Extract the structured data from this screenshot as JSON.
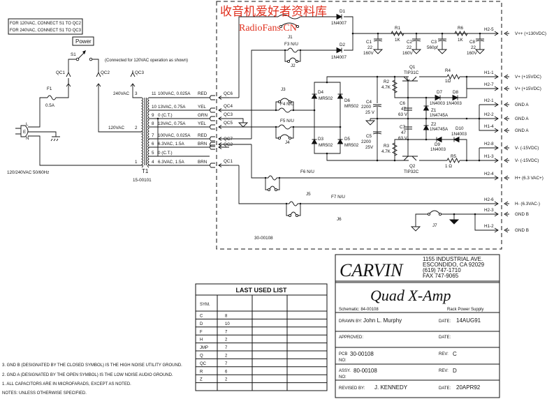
{
  "watermark": {
    "cn": "收音机爱好者资料库",
    "en": "RadioFans.CN"
  },
  "notes_box": [
    "FOR 120VAC, CONNECT S1 TO QC2",
    "FOR 240VAC, CONNECT S1 TO QC3"
  ],
  "power_label": "Power",
  "switch_note": "(Connected for 120VAC operation as shown)",
  "left": {
    "s1": "S1",
    "qc1": "QC1",
    "qc2": "QC2",
    "qc3": "QC3",
    "f1": "F1",
    "f1_value": "0.5A",
    "plug_l": "L",
    "plug_e": "E",
    "plug_n": "N",
    "mains": "120/240VAC  50/60Hz",
    "t1": "T1",
    "t1_part": "15-00101",
    "v240": "240VAC",
    "v120": "120VAC",
    "primary_pins": [
      "3",
      "2",
      "1"
    ],
    "windings": [
      {
        "pin": "11",
        "desc": "100VAC, 0.025A",
        "color": "RED"
      },
      {
        "pin": "10",
        "desc": "13VAC, 0.75A",
        "color": "YEL"
      },
      {
        "pin": "9",
        "desc": "0 (C.T.)",
        "color": "GRN"
      },
      {
        "pin": "8",
        "desc": "13VAC, 0.75A",
        "color": "YEL"
      },
      {
        "pin": "7",
        "desc": "100VAC, 0.025A",
        "color": "RED"
      },
      {
        "pin": "6",
        "desc": "6.3VAC, 1.5A",
        "color": "BRN"
      },
      {
        "pin": "5",
        "desc": "0 (C.T.)",
        "color": ""
      },
      {
        "pin": "4",
        "desc": "6.3VAC, 1.5A",
        "color": "BRN"
      }
    ]
  },
  "connectors": [
    "QC6",
    "QC4",
    "QC3",
    "QC5",
    "QC7",
    "QC2",
    "QC1"
  ],
  "components": {
    "d1": "D1",
    "d1_part": "1N4007",
    "d2": "D2",
    "d2_part": "1N4007",
    "j1": "J1",
    "f3": "F3  N/U",
    "j2": "J2",
    "c1": "C1",
    "c1_val": "22",
    "c1_v": "160V",
    "r1": "R1",
    "r1_val": "1K",
    "c2": "C2",
    "c2_val": "22",
    "c2_v": "160V",
    "c3": "C3",
    "c3_val": "560pf",
    "r6": "R6",
    "r6_val": "1K",
    "c8": "C8",
    "c8_val": "22",
    "c8_v": "160V",
    "q1": "Q1",
    "q1_part": "TIP31C",
    "r4": "R4",
    "r4_val": "1Ω",
    "r2": "R2",
    "r2_val": "4.7K",
    "d7": "D7",
    "d8": "D8",
    "d78_parts": "1N4003 1N4003",
    "c6": "C6",
    "c6_val": "47",
    "c6_v": "63 V",
    "z1": "Z1",
    "z1_part": "1N4745A",
    "c4": "C4",
    "c4_val": "2200",
    "c4_v": "25 V",
    "c5": "C5",
    "c5_val": "2200",
    "c5_v": "25V",
    "c7": "C7",
    "c7_val": "47",
    "c7_v": "63 V",
    "z2": "Z2",
    "z2_part": "1N4745A",
    "d10": "D10",
    "d10_part": "1N4003",
    "d9": "D9",
    "d9_part": "1N4003",
    "r3": "R3",
    "r3_val": "4.7K",
    "q2": "Q2",
    "q2_part": "TIP32C",
    "r5": "R5",
    "r5_val": "1 Ω",
    "d4": "D4",
    "d4_part": "MR502",
    "d6": "D6",
    "d6_part": "MR502",
    "d3": "D3",
    "d3_part": "MR502",
    "d5": "D5",
    "d5_part": "MR502",
    "j3": "J3",
    "f4": "F4  N/U",
    "f5": "F5  N/U",
    "j4": "J4",
    "f6": "F6  N/U",
    "j5": "J5",
    "f7": "F7  N/U",
    "j6": "J6",
    "j7": "J7",
    "board": "30-00108"
  },
  "outputs": [
    {
      "pin": "H2-5",
      "label": "V++ (+130VDC)"
    },
    {
      "pin": "H1-1",
      "label": "V+ (+15VDC)"
    },
    {
      "pin": "H2-7",
      "label": "V+ (+15VDC)"
    },
    {
      "pin": "H2-1",
      "label": "GND A"
    },
    {
      "pin": "H2-2",
      "label": "GND A"
    },
    {
      "pin": "H1-4",
      "label": "GND A"
    },
    {
      "pin": "H2-8",
      "label": "V- (-15VDC)"
    },
    {
      "pin": "H1-3",
      "label": "V- (-15VDC)"
    },
    {
      "pin": "H2-4",
      "label": "H+ (6.3 VAC+)"
    },
    {
      "pin": "H2-6",
      "label": "H- (6.3VAC-)"
    },
    {
      "pin": "H2-3",
      "label": "GND B"
    },
    {
      "pin": "H1-2",
      "label": "GND B"
    }
  ],
  "notes": [
    "3. GND B (DESIGNATED BY THE CLOSED SYMBOL) IS THE HIGH NOISE UTILITY GROUND.",
    "2. GND A (DESIGNATED BY THE OPEN SYMBOL) IS THE LOW NOISE AUDIO GROUND.",
    "1. ALL CAPACITORS ARE IN MICROFARADS, EXCEPT AS NOTED.",
    "NOTES: UNLESS OTHERWISE SPECIFIED."
  ],
  "last_used_list": {
    "title": "LAST USED LIST",
    "header": "SYM.",
    "rows": [
      {
        "sym": "C",
        "val": "8"
      },
      {
        "sym": "D",
        "val": "10"
      },
      {
        "sym": "F",
        "val": "7"
      },
      {
        "sym": "H",
        "val": "2"
      },
      {
        "sym": "JMP",
        "val": "7"
      },
      {
        "sym": "Q",
        "val": "2"
      },
      {
        "sym": "QC",
        "val": "7"
      },
      {
        "sym": "R",
        "val": "6"
      },
      {
        "sym": "Z",
        "val": "2"
      },
      {
        "sym": "",
        "val": ""
      }
    ]
  },
  "title_block": {
    "company": "CARVIN",
    "address": [
      "1155 INDUSTRIAL AVE.",
      "ESCONDIDO, CA  92029",
      "(619) 747-1710",
      "FAX 747-9065"
    ],
    "product": "Quad X-Amp",
    "schematic": "Schematic: 84-00108",
    "subtitle": "Rack Power Supply",
    "drawn_by_label": "DRAWN BY:",
    "drawn_by": "John L. Murphy",
    "date_label": "DATE:",
    "drawn_date": "14AUG91",
    "approved_label": "APPROVED:",
    "approved_date_label": "DATE:",
    "pcb_label": "PCB",
    "no_label": "NO:",
    "pcb_no": "30-00108",
    "rev_label": "REV:",
    "pcb_rev": "C",
    "assy_label": "ASSY.",
    "assy_no": "80-00108",
    "assy_rev": "D",
    "revised_label": "REVISED BY:",
    "revised_by": "J. KENNEDY",
    "revised_date": "20APR92"
  }
}
